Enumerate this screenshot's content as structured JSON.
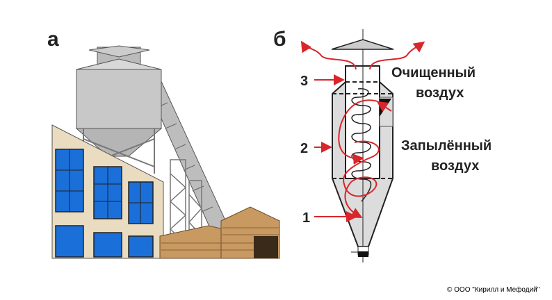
{
  "panel_a": {
    "letter": "а"
  },
  "panel_b": {
    "letter": "б",
    "markers": [
      "1",
      "2",
      "3"
    ],
    "clean_air": [
      "Очищенный",
      "воздух"
    ],
    "dusty_air": [
      "Запылённый",
      "воздух"
    ]
  },
  "copyright": "© ООО \"Кирилл и Мефодий\"",
  "colors": {
    "arrow": "#d8262a",
    "body": "#dcdcdc",
    "window": "#1a6fd8",
    "brick": "#e9dcc0"
  }
}
